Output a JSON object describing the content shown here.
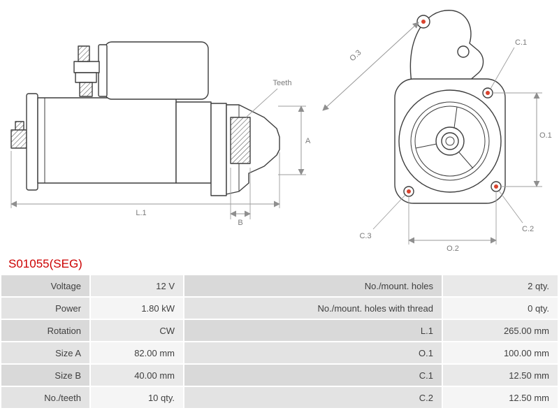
{
  "title": "S01055(SEG)",
  "diagram": {
    "labels": {
      "teeth": "Teeth",
      "l1": "L.1",
      "a": "A",
      "b": "B",
      "o1": "O.1",
      "o2": "O.2",
      "o3": "O.3",
      "c1": "C.1",
      "c2": "C.2",
      "c3": "C.3"
    }
  },
  "colors": {
    "title_accent": "#cc0000",
    "hole_marker": "#d9432e",
    "row_label_odd": "#d9d9d9",
    "row_value_odd": "#e9e9e9",
    "row_label_even": "#e3e3e3",
    "row_value_even": "#f5f5f5"
  },
  "table": {
    "rows": [
      {
        "label1": "Voltage",
        "value1": "12 V",
        "label2": "No./mount. holes",
        "value2": "2 qty."
      },
      {
        "label1": "Power",
        "value1": "1.80 kW",
        "label2": "No./mount. holes with thread",
        "value2": "0 qty."
      },
      {
        "label1": "Rotation",
        "value1": "CW",
        "label2": "L.1",
        "value2": "265.00 mm"
      },
      {
        "label1": "Size A",
        "value1": "82.00 mm",
        "label2": "O.1",
        "value2": "100.00 mm"
      },
      {
        "label1": "Size B",
        "value1": "40.00 mm",
        "label2": "C.1",
        "value2": "12.50 mm"
      },
      {
        "label1": "No./teeth",
        "value1": "10 qty.",
        "label2": "C.2",
        "value2": "12.50 mm"
      }
    ]
  }
}
